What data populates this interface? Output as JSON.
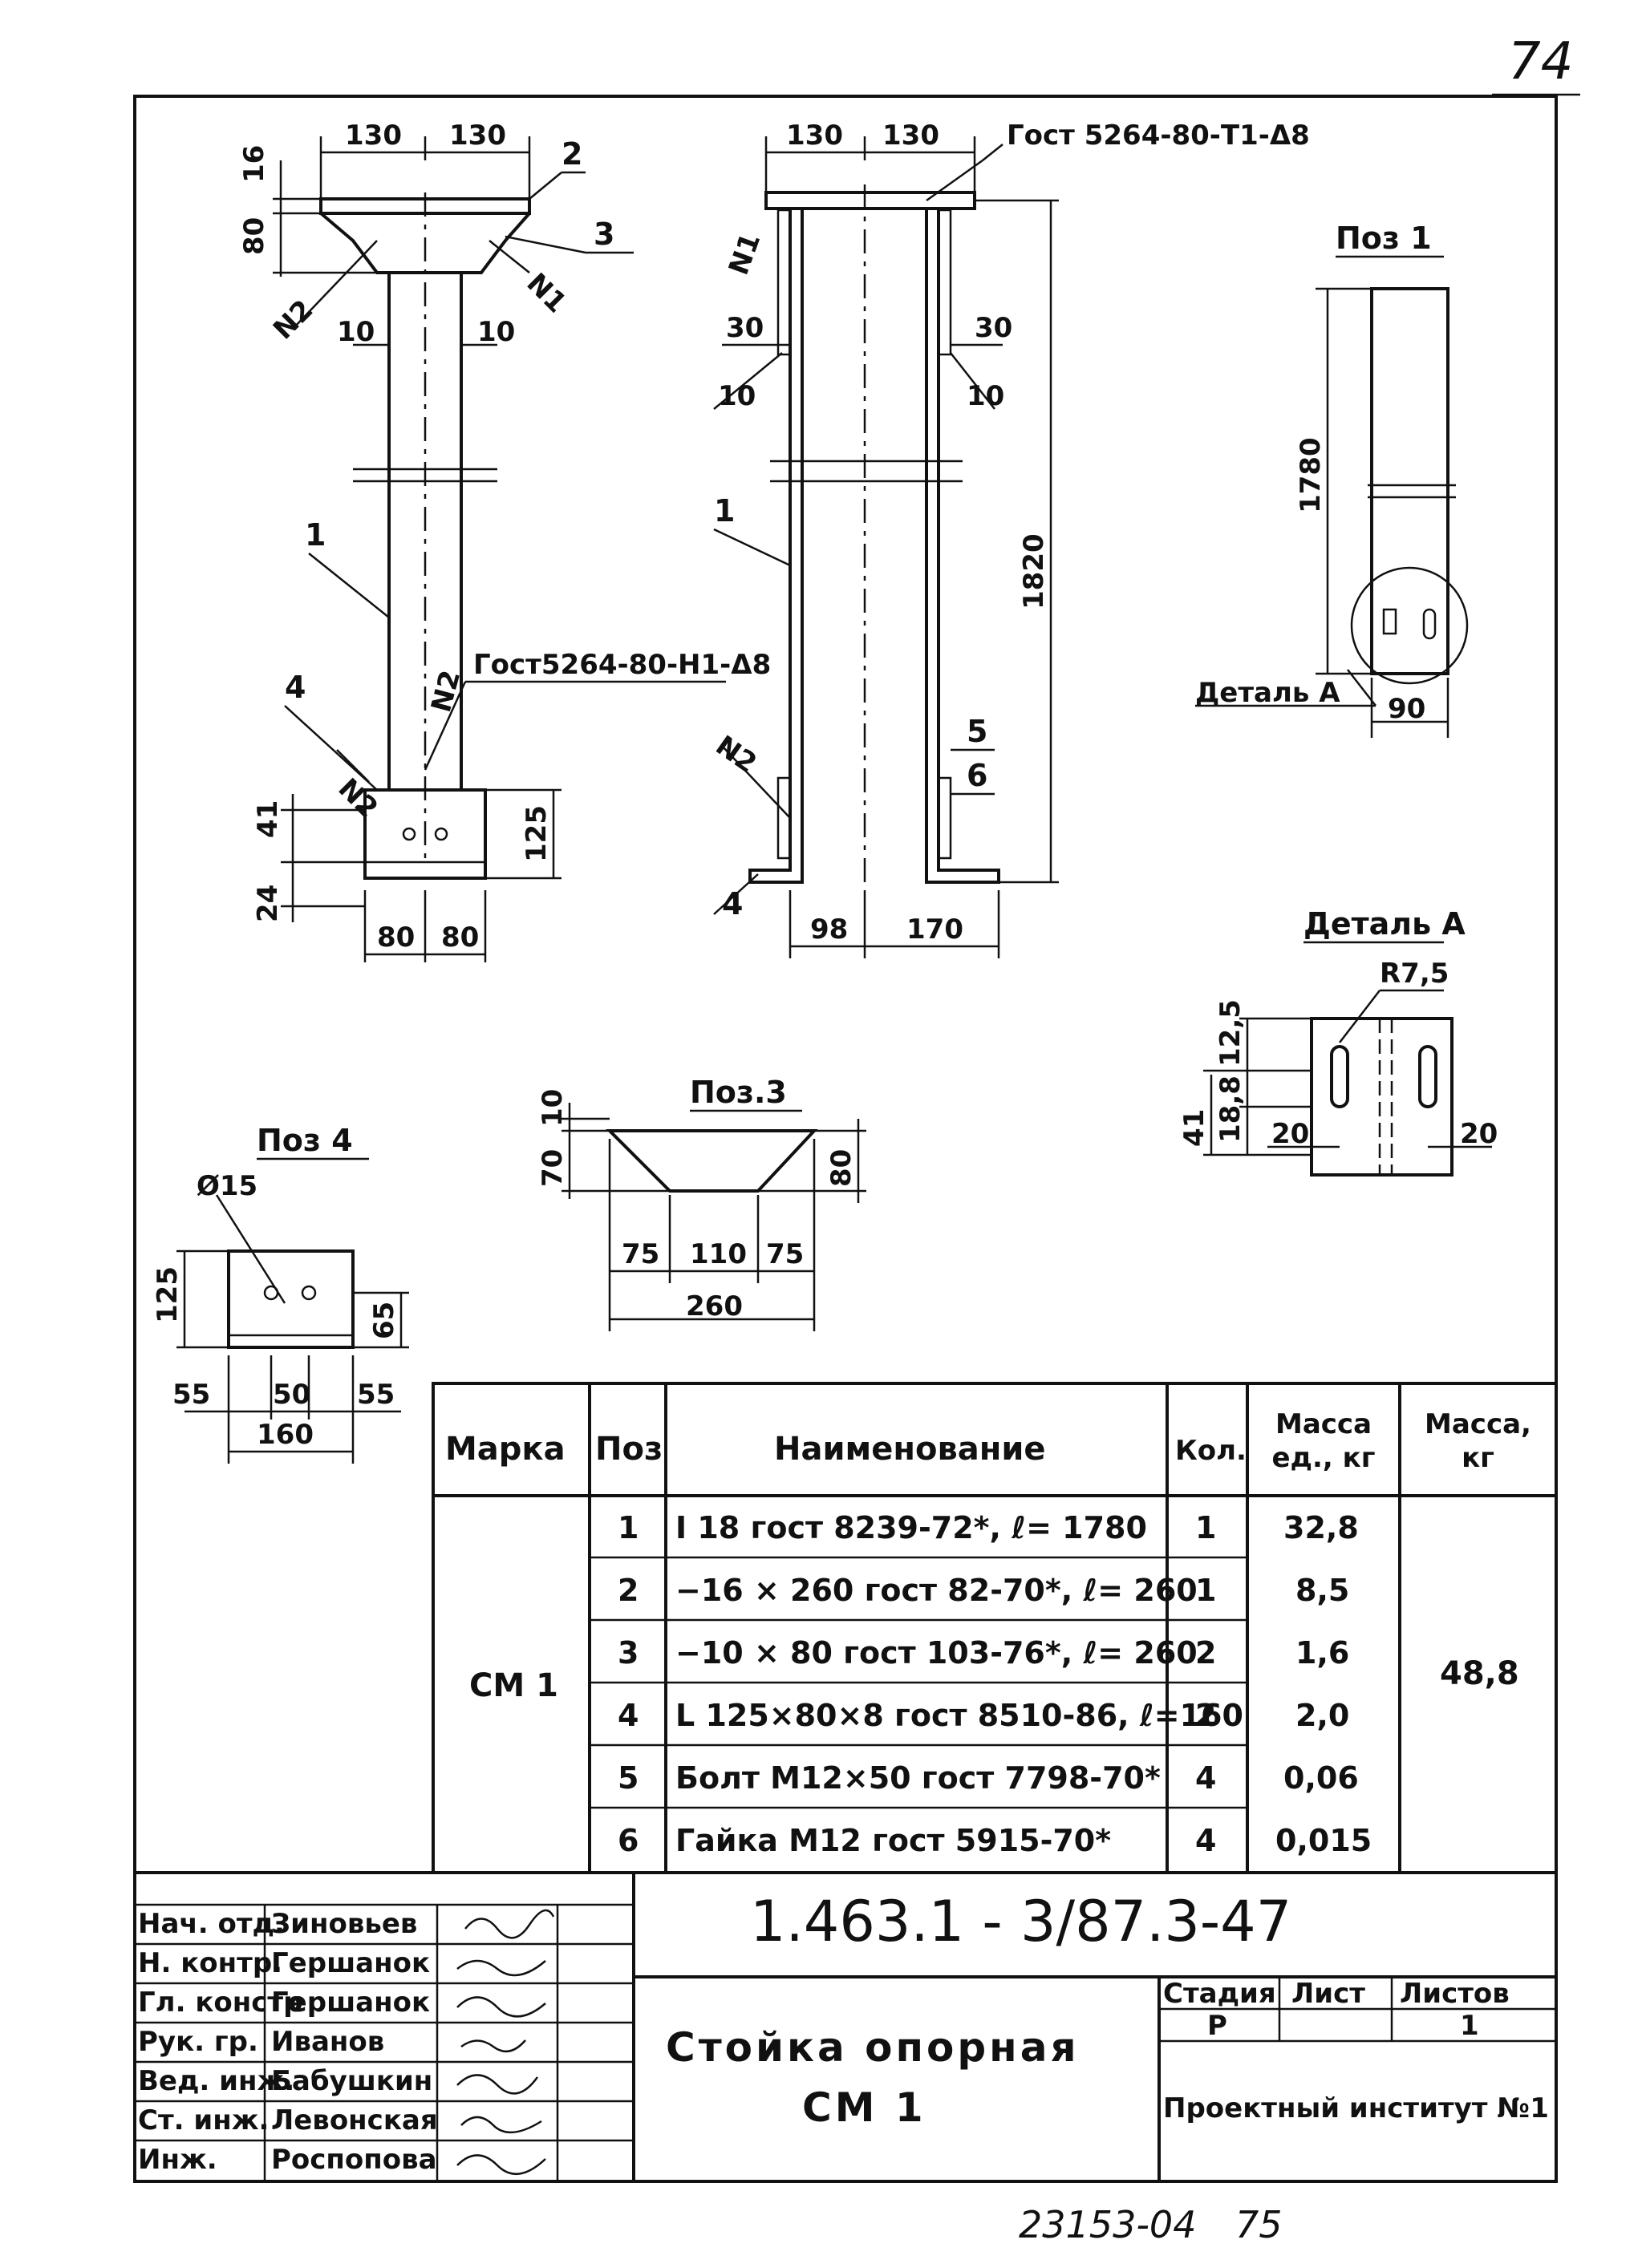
{
  "page_number": "74",
  "bottom_note": "23153-04",
  "bottom_note2": "75",
  "views": {
    "front": {
      "dims": [
        "130",
        "130",
        "16",
        "80",
        "10",
        "10",
        "41",
        "24",
        "125",
        "80",
        "80"
      ],
      "labels": [
        "2",
        "3",
        "1",
        "4",
        "N1",
        "N2",
        "N2",
        "N2"
      ],
      "weld_note": "Гост5264-80-Н1-Δ8"
    },
    "side": {
      "dims": [
        "130",
        "130",
        "30",
        "30",
        "10",
        "10",
        "1820",
        "98",
        "170"
      ],
      "labels": [
        "N1",
        "1",
        "N2",
        "4",
        "5",
        "6"
      ],
      "weld_note": "Гост 5264-80-Т1-Δ8"
    },
    "poz1": {
      "title": "Поз 1",
      "dims": [
        "1780",
        "90"
      ],
      "detail_label": "Деталь А"
    },
    "detail_a": {
      "title": "Деталь А",
      "radius": "R7,5",
      "dims": [
        "12,5",
        "18,8",
        "41",
        "20",
        "20"
      ]
    },
    "poz3": {
      "title": "Поз.3",
      "dims": [
        "10",
        "70",
        "80",
        "75",
        "110",
        "75",
        "260"
      ]
    },
    "poz4": {
      "title": "Поз 4",
      "hole": "Ø15",
      "dims": [
        "125",
        "65",
        "55",
        "50",
        "55",
        "160"
      ]
    }
  },
  "spec_table": {
    "headers": [
      "Марка",
      "Поз",
      "Наименование",
      "Кол.",
      "Масса ед., кг",
      "Масса, кг"
    ],
    "mark": "СМ 1",
    "total_mass": "48,8",
    "rows": [
      {
        "pos": "1",
        "name": "I 18 гост 8239-72*, ℓ= 1780",
        "qty": "1",
        "unit_mass": "32,8"
      },
      {
        "pos": "2",
        "name": "−16 × 260 гост 82-70*, ℓ= 260",
        "qty": "1",
        "unit_mass": "8,5"
      },
      {
        "pos": "3",
        "name": "−10 × 80 гост 103-76*, ℓ= 260",
        "qty": "2",
        "unit_mass": "1,6"
      },
      {
        "pos": "4",
        "name": "L 125×80×8 гост 8510-86, ℓ=160",
        "qty": "2",
        "unit_mass": "2,0"
      },
      {
        "pos": "5",
        "name": "Болт М12×50 гост 7798-70*",
        "qty": "4",
        "unit_mass": "0,06"
      },
      {
        "pos": "6",
        "name": "Гайка М12 гост 5915-70*",
        "qty": "4",
        "unit_mass": "0,015"
      }
    ]
  },
  "title_block": {
    "code": "1.463.1 - 3/87.3-47",
    "title_line1": "Стойка опорная",
    "title_line2": "СМ 1",
    "stage_label": "Стадия",
    "sheet_label": "Лист",
    "sheets_label": "Листов",
    "stage": "Р",
    "sheet": "",
    "sheets": "1",
    "organization": "Проектный институт №1",
    "signers": [
      {
        "role": "Нач. отд.",
        "name": "Зиновьев"
      },
      {
        "role": "Н. контр.",
        "name": "Гершанок"
      },
      {
        "role": "Гл. констр",
        "name": "Гершанок"
      },
      {
        "role": "Рук. гр.",
        "name": "Иванов"
      },
      {
        "role": "Вед. инж.",
        "name": "Бабушкин"
      },
      {
        "role": "Ст. инж.",
        "name": "Левонская"
      },
      {
        "role": "Инж.",
        "name": "Роспопова"
      }
    ]
  }
}
